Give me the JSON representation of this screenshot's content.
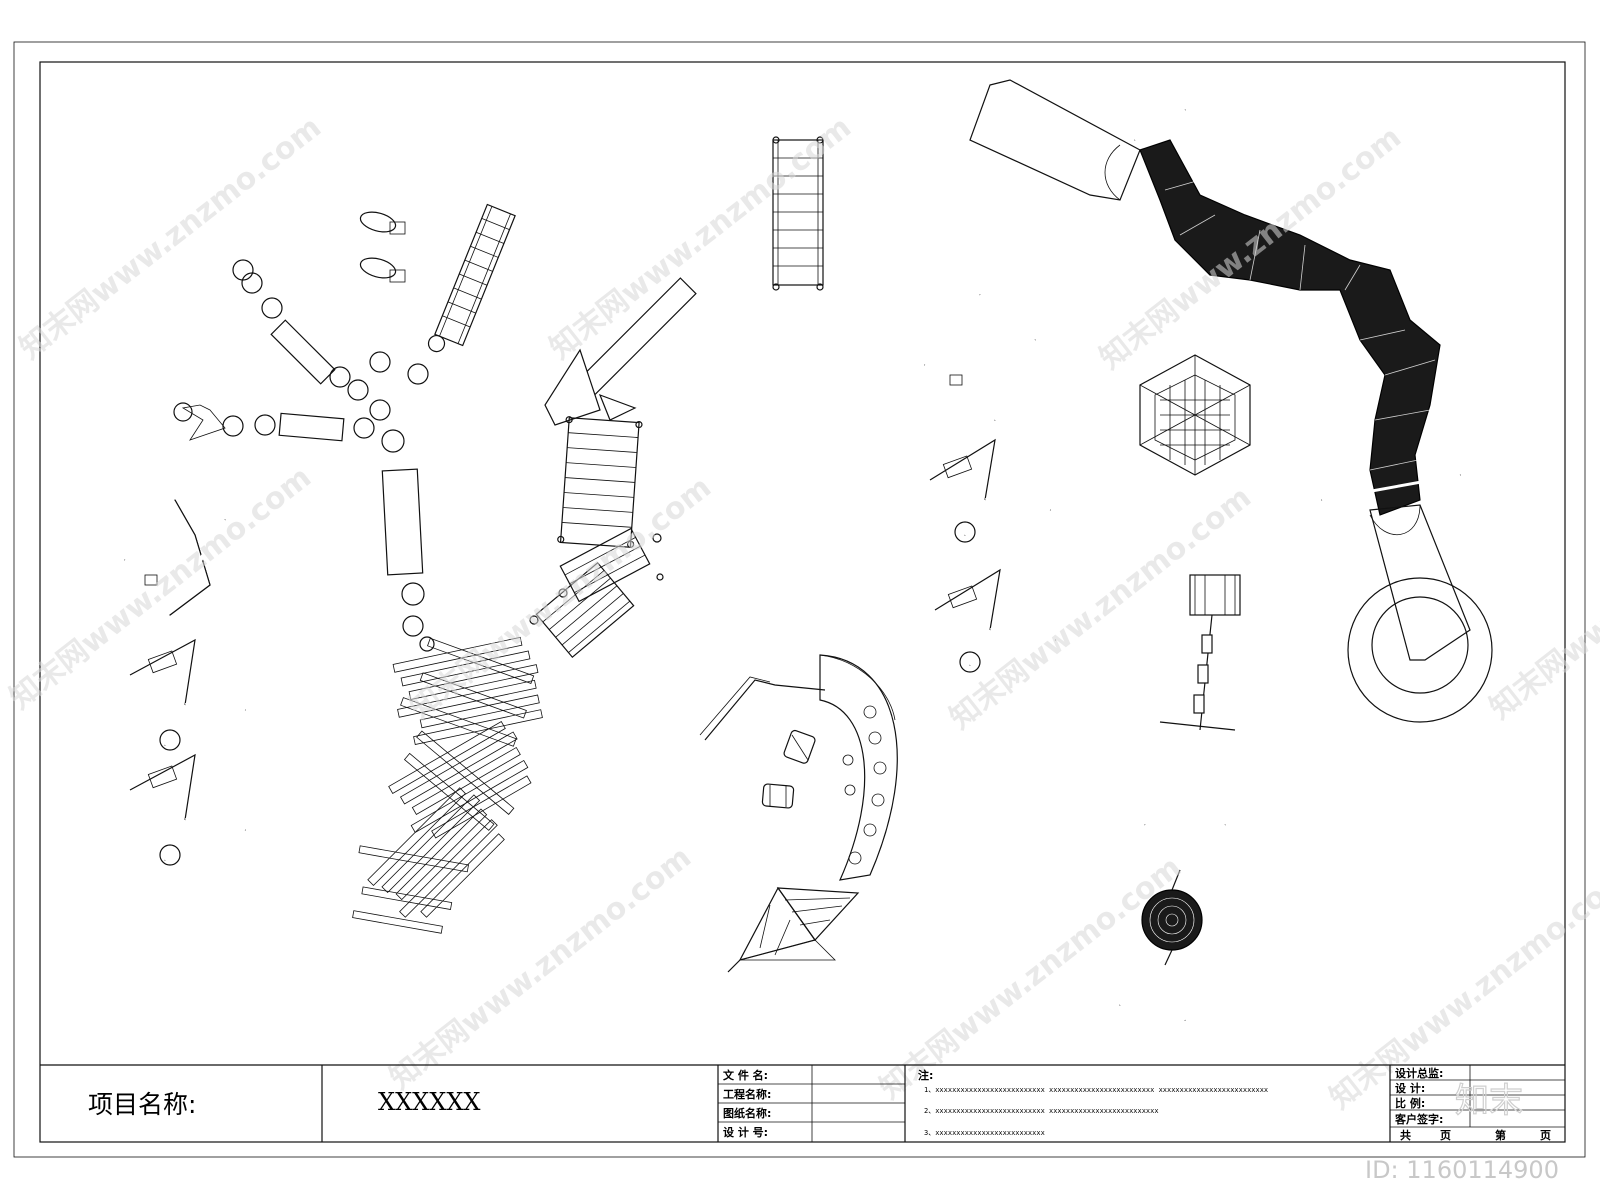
{
  "title_block": {
    "project_label": "项目名称:",
    "project_value": "XXXXXX",
    "fields": [
      {
        "label": "文 件 名:"
      },
      {
        "label": "工程名称:"
      },
      {
        "label": "图纸名称:"
      },
      {
        "label": "设 计 号:"
      }
    ],
    "notes_title": "注:",
    "notes": [
      "1、xxxxxxxxxxxxxxxxxxxxxxxxxx    xxxxxxxxxxxxxxxxxxxxxxxxx    xxxxxxxxxxxxxxxxxxxxxxxxxx",
      "2、xxxxxxxxxxxxxxxxxxxxxxxxxx    xxxxxxxxxxxxxxxxxxxxxxxxxx",
      "3、xxxxxxxxxxxxxxxxxxxxxxxxxx"
    ],
    "signoff": [
      {
        "label": "设计总监:"
      },
      {
        "label": "设    计:"
      },
      {
        "label": "比    例:"
      },
      {
        "label": "客户签字:"
      }
    ],
    "page_total_label": "共",
    "page_unit_label": "页",
    "page_current_label": "第",
    "page_current_unit": "页"
  },
  "watermark": {
    "text": "知末网www.znzmo.com",
    "brand": "知末",
    "id_label": "ID: 1160114900"
  },
  "colors": {
    "line": "#111111",
    "dark_fill": "#1a1a1a",
    "watermark": "#d8d8d8"
  }
}
